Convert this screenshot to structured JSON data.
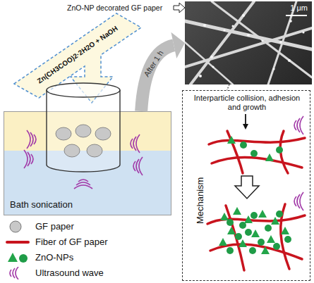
{
  "diagram": {
    "nodes": [
      {
        "text": [
          "Zn(CH3COO)2·2H2O + NaOH"
        ]
      },
      {
        "text": [
          "Bath sonication"
        ]
      },
      {
        "text": [
          "1 μm"
        ]
      },
      {
        "text": [
          "Mechanism",
          "Interparticle collision, adhesion and growth"
        ]
      }
    ],
    "edges": [
      {
        "from": 1,
        "to": 2,
        "arrow": "to",
        "label": "After 1 h"
      },
      {
        "from": 2,
        "to": 3,
        "arrow": "none"
      }
    ],
    "labels": [
      "ZnO-NP decorated GF paper"
    ],
    "legend": [
      {
        "text": "GF paper",
        "color": "#c8c8c8"
      },
      {
        "text": "Fiber of GF paper"
      },
      {
        "text": "ZnO-NPs"
      },
      {
        "text": "Ultrasound wave"
      }
    ]
  }
}
